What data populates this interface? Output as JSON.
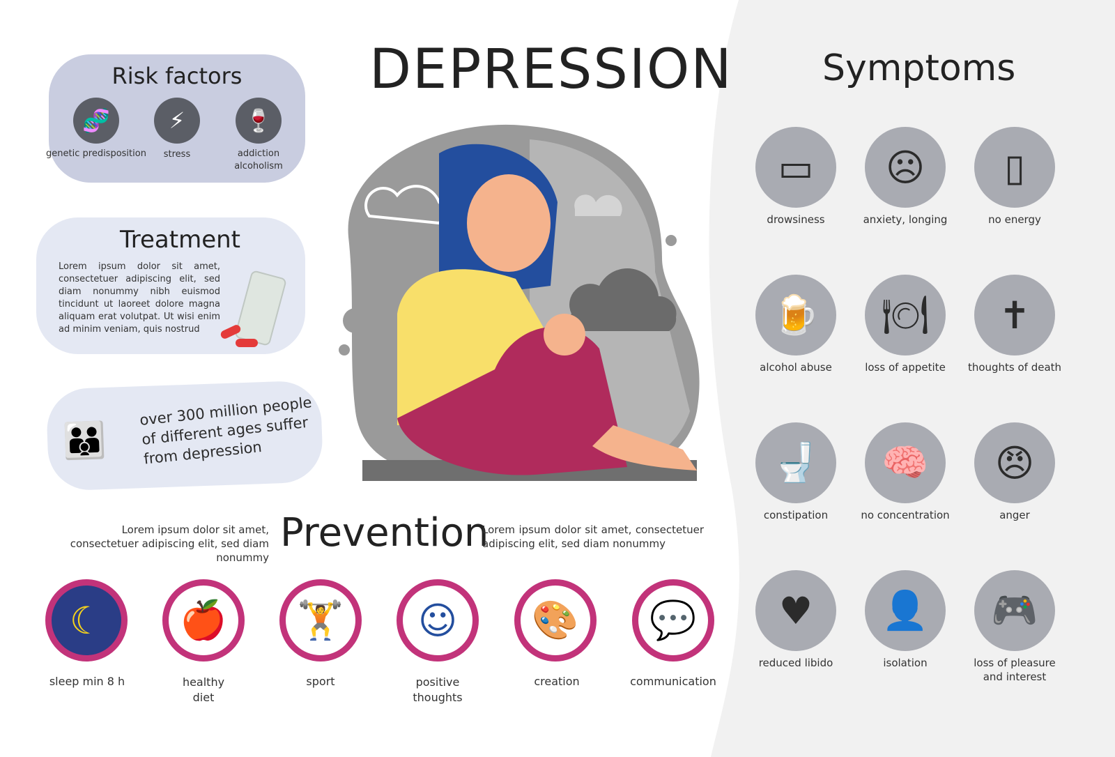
{
  "title": "DEPRESSION",
  "risk_factors": {
    "heading": "Risk factors",
    "items": [
      {
        "label": "genetic predisposition",
        "icon": "dna-icon"
      },
      {
        "label": "stress",
        "icon": "lightning-icon"
      },
      {
        "label": "addiction alcoholism",
        "icon": "syringe-wine-icon"
      }
    ]
  },
  "treatment": {
    "heading": "Treatment",
    "text": "Lorem ipsum dolor sit amet, consectetuer adipiscing elit, sed diam nonummy nibh euismod tincidunt ut laoreet dolore magna aliquam erat volutpat. Ut wisi enim ad minim veniam, quis nostrud",
    "icon": "pills-icon"
  },
  "stats": {
    "text": "over 300 million people of different ages suffer from depression",
    "icon": "family-icon"
  },
  "prevention": {
    "heading": "Prevention",
    "left_text": "Lorem ipsum dolor sit amet, consectetuer adipiscing elit, sed diam nonummy",
    "right_text": "Lorem ipsum dolor sit amet, consectetuer adipiscing elit, sed diam nonummy",
    "items": [
      {
        "label": "sleep min 8 h",
        "icon": "moon-icon",
        "glyph": "☾"
      },
      {
        "label": "healthy diet",
        "icon": "food-icon",
        "glyph": "🍎"
      },
      {
        "label": "sport",
        "icon": "dumbbell-icon",
        "glyph": "🏋"
      },
      {
        "label": "positive thoughts",
        "icon": "smiling-girl-icon",
        "glyph": "☺"
      },
      {
        "label": "creation",
        "icon": "palette-icon",
        "glyph": "🎨"
      },
      {
        "label": "communication",
        "icon": "talking-people-icon",
        "glyph": "💬"
      }
    ]
  },
  "symptoms": {
    "heading": "Symptoms",
    "items": [
      {
        "label": "drowsiness",
        "icon": "pillow-icon",
        "glyph": "▭"
      },
      {
        "label": "anxiety, longing",
        "icon": "sad-girl-icon",
        "glyph": "☹"
      },
      {
        "label": "no energy",
        "icon": "low-battery-icon",
        "glyph": "▯"
      },
      {
        "label": "alcohol abuse",
        "icon": "beer-wine-icon",
        "glyph": "🍺"
      },
      {
        "label": "loss of appetite",
        "icon": "plate-arrow-icon",
        "glyph": "🍽"
      },
      {
        "label": "thoughts of death",
        "icon": "gravestone-icon",
        "glyph": "✝"
      },
      {
        "label": "constipation",
        "icon": "toilet-icon",
        "glyph": "🚽"
      },
      {
        "label": "no concentration",
        "icon": "brain-head-icon",
        "glyph": "🧠"
      },
      {
        "label": "anger",
        "icon": "angry-girl-icon",
        "glyph": "😠"
      },
      {
        "label": "reduced libido",
        "icon": "heart-down-icon",
        "glyph": "♥"
      },
      {
        "label": "isolation",
        "icon": "isolated-person-icon",
        "glyph": "👤"
      },
      {
        "label": "loss of pleasure and interest",
        "icon": "gamepad-icon",
        "glyph": "🎮"
      }
    ]
  },
  "colors": {
    "accent": "#c2337a",
    "panel": "#f1f1f1",
    "icon_bg": "#a9abb2",
    "risk_box": "#c9cde0",
    "light_box": "#e4e8f3"
  }
}
